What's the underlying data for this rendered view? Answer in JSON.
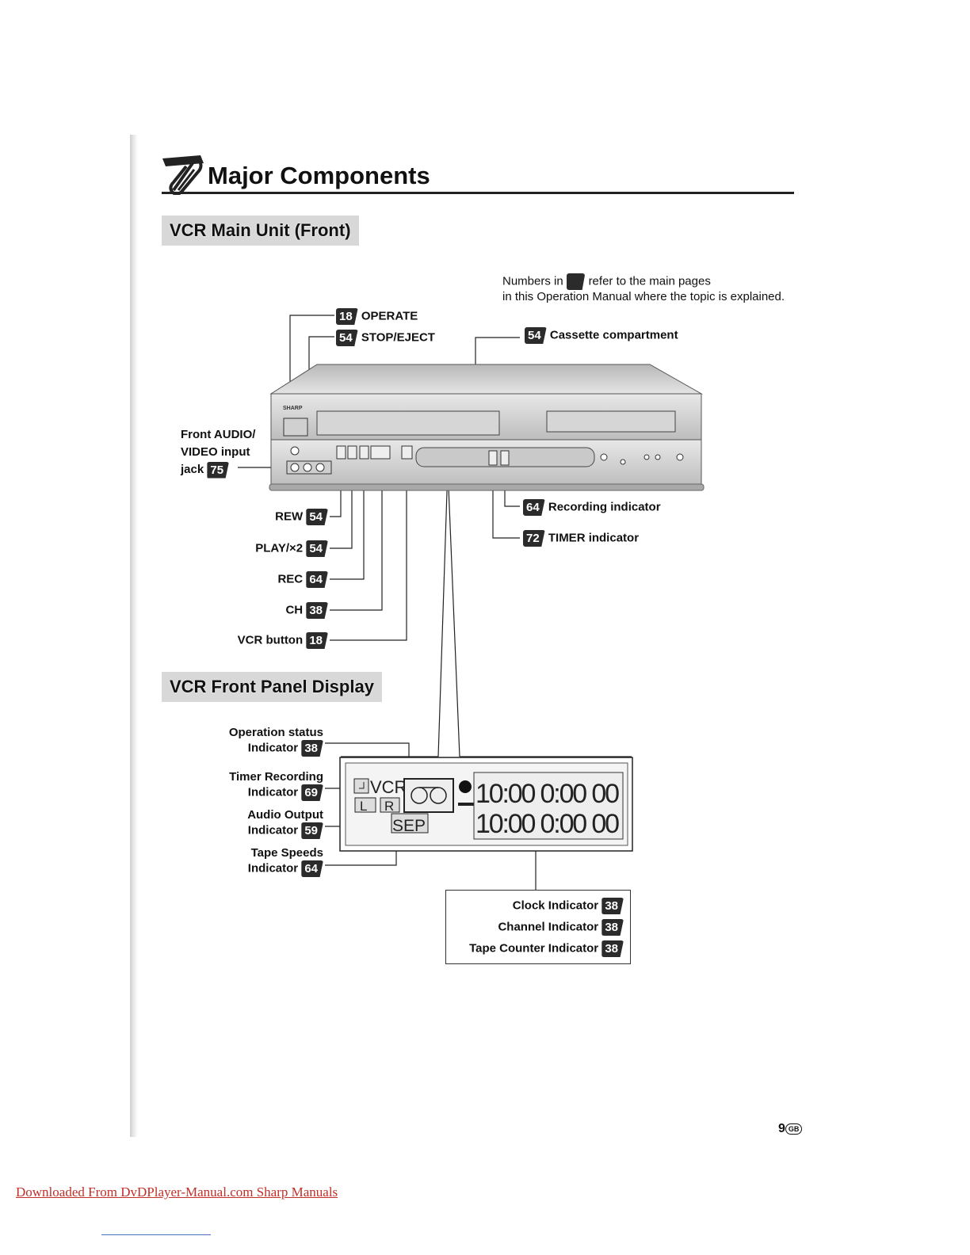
{
  "page": {
    "title": "Major Components",
    "section_front": "VCR Main Unit (Front)",
    "section_display": "VCR Front Panel Display",
    "note_line1_a": "Numbers in",
    "note_line1_b": "refer to the main pages",
    "note_line2": "in this Operation Manual where the topic is explained.",
    "page_number": "9",
    "page_region": "GB",
    "footer_link": "Downloaded From DvDPlayer-Manual.com Sharp Manuals"
  },
  "front_labels": {
    "operate": {
      "num": "18",
      "text": "OPERATE"
    },
    "stop_eject": {
      "num": "54",
      "text": "STOP/EJECT"
    },
    "cassette": {
      "num": "54",
      "text": "Cassette compartment"
    },
    "front_av_1": "Front AUDIO/",
    "front_av_2": "VIDEO input",
    "front_av_3": "jack",
    "front_av_num": "75",
    "rew": {
      "num": "54",
      "text": "REW"
    },
    "play": {
      "num": "54",
      "text": "PLAY/×2"
    },
    "rec": {
      "num": "64",
      "text": "REC"
    },
    "ch": {
      "num": "38",
      "text": "CH"
    },
    "vcr_button": {
      "num": "18",
      "text": "VCR button"
    },
    "recording_ind": {
      "num": "64",
      "text": "Recording indicator"
    },
    "timer_ind": {
      "num": "72",
      "text": "TIMER indicator"
    }
  },
  "vcr_panel": {
    "brand": "SHARP",
    "buttons": [
      "REW",
      "PLAY",
      "REC",
      "CH",
      "VCR"
    ],
    "av_jack": "AUDIO/VIDEO"
  },
  "display_labels": {
    "op_status_1": "Operation status",
    "op_status_2": "Indicator",
    "op_status_num": "38",
    "timer_rec_1": "Timer Recording",
    "timer_rec_2": "Indicator",
    "timer_rec_num": "69",
    "audio_out_1": "Audio Output",
    "audio_out_2": "Indicator",
    "audio_out_num": "59",
    "tape_speed_1": "Tape Speeds",
    "tape_speed_2": "Indicator",
    "tape_speed_num": "64",
    "clock": {
      "num": "38",
      "text": "Clock Indicator"
    },
    "channel": {
      "num": "38",
      "text": "Channel Indicator"
    },
    "counter": {
      "num": "38",
      "text": "Tape Counter Indicator"
    }
  },
  "lcd": {
    "vcr": "VCR",
    "l": "L",
    "r": "R",
    "sep": "SEP",
    "digits_top": "10:00 0:00 00",
    "digits_bottom": "10:00 0:00 00"
  }
}
